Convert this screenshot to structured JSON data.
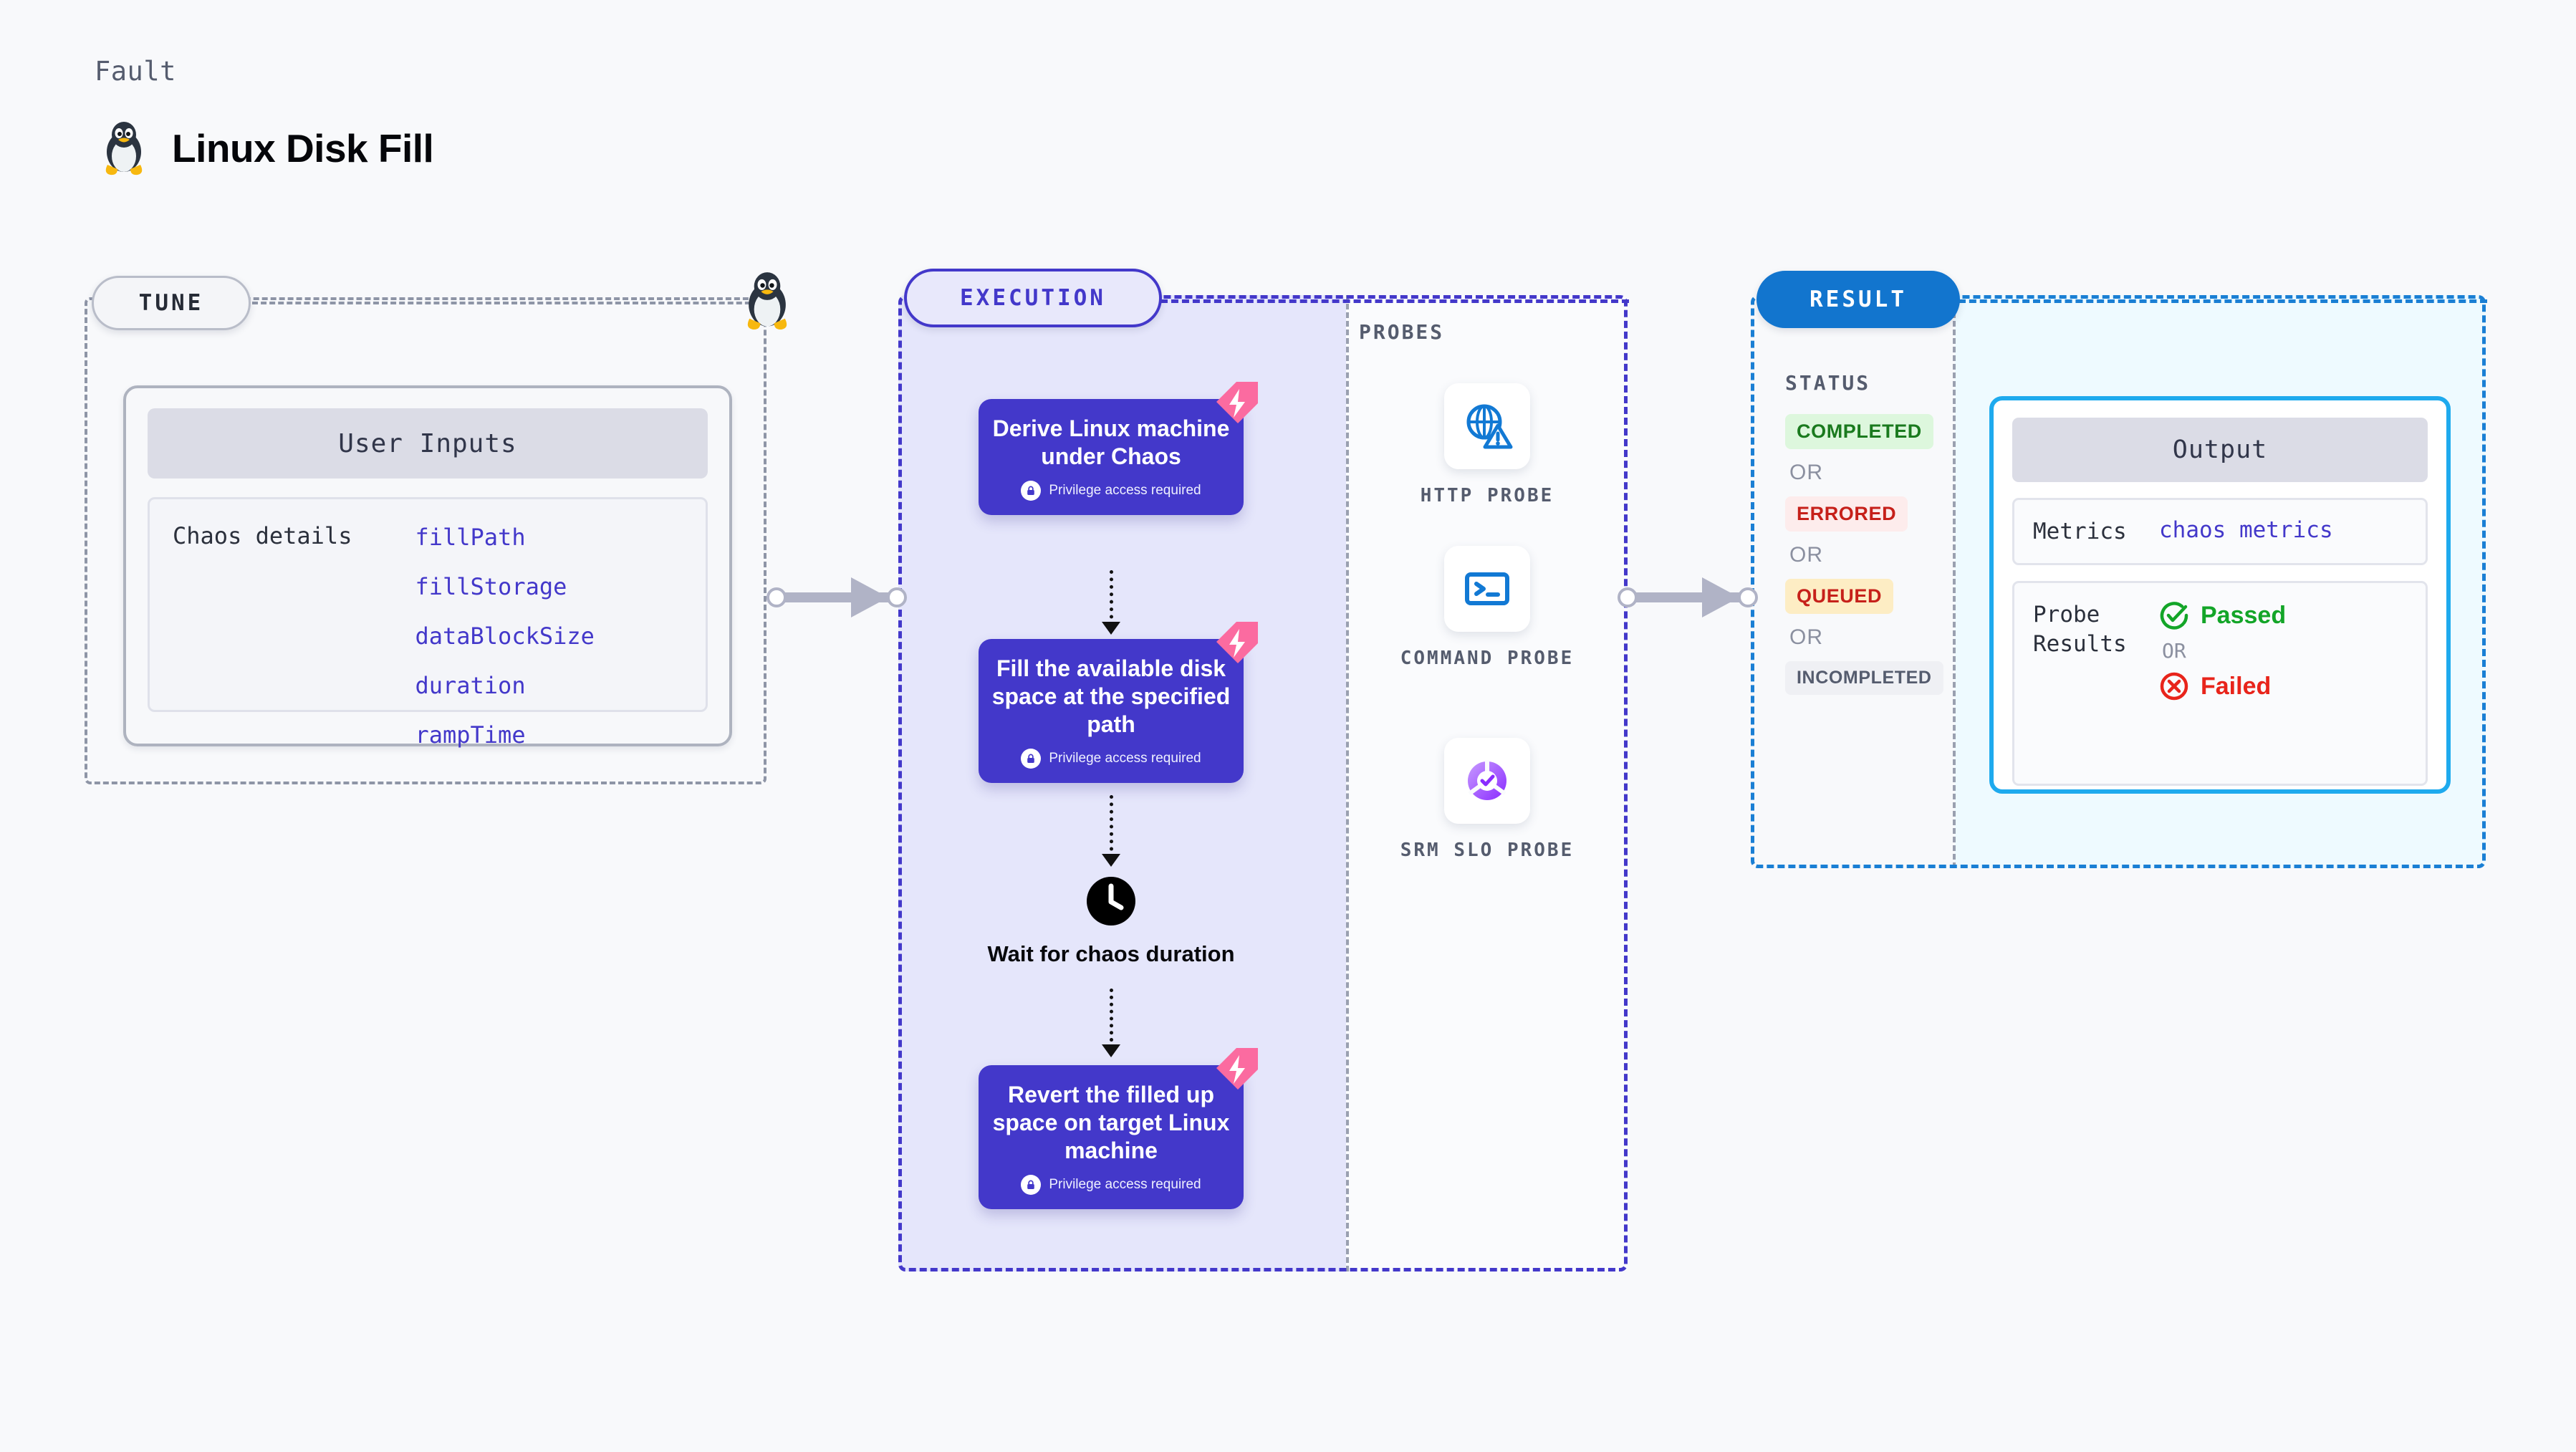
{
  "header": {
    "kicker": "Fault",
    "title": "Linux Disk Fill",
    "icon": "linux-penguin-icon"
  },
  "tune": {
    "pill_label": "TUNE",
    "card": {
      "title": "User Inputs",
      "row_label": "Chaos details",
      "values": [
        "fillPath",
        "fillStorage",
        "dataBlockSize",
        "duration",
        "rampTime"
      ]
    }
  },
  "execution": {
    "pill_label": "EXECUTION",
    "steps": [
      {
        "title": "Derive Linux machine under Chaos",
        "note": "Privilege access required",
        "badge": "chaos-fault-icon"
      },
      {
        "title": "Fill the available disk space at the specified path",
        "note": "Privilege access required",
        "badge": "chaos-fault-icon"
      },
      {
        "title": "Revert the filled up space on target Linux machine",
        "note": "Privilege access required",
        "badge": "chaos-fault-icon"
      }
    ],
    "wait_node": {
      "label": "Wait for chaos duration",
      "icon": "clock-icon"
    }
  },
  "probes": {
    "section_label": "PROBES",
    "items": [
      {
        "name": "HTTP PROBE",
        "icon": "globe-warning-icon"
      },
      {
        "name": "COMMAND PROBE",
        "icon": "terminal-icon"
      },
      {
        "name": "SRM SLO PROBE",
        "icon": "slo-donut-check-icon"
      }
    ]
  },
  "result": {
    "pill_label": "RESULT",
    "status_label": "STATUS",
    "or_label": "OR",
    "statuses": [
      {
        "label": "COMPLETED",
        "text_color": "#1a7a1e",
        "bg_color": "#ddf7dd"
      },
      {
        "label": "ERRORED",
        "text_color": "#c6201a",
        "bg_color": "#fdecec"
      },
      {
        "label": "QUEUED",
        "text_color": "#c6201a",
        "bg_color": "#fdedc4"
      },
      {
        "label": "INCOMPLETED",
        "text_color": "#555c6e",
        "bg_color": "#eff0f4"
      }
    ],
    "output": {
      "title": "Output",
      "metrics_label": "Metrics",
      "metrics_value": "chaos metrics",
      "probe_results_label": "Probe Results",
      "passed_label": "Passed",
      "failed_label": "Failed",
      "or_label": "OR",
      "passed_color": "#13a528",
      "failed_color": "#e8241b",
      "passed_icon": "check-circle-icon",
      "failed_icon": "x-circle-icon"
    }
  },
  "colors": {
    "accent_indigo": "#4338ca",
    "accent_blue": "#1275ce",
    "chaos_pink": "#fb6ba0",
    "probe_blue": "#1279d4",
    "slo_purple": "#9b4dff"
  }
}
